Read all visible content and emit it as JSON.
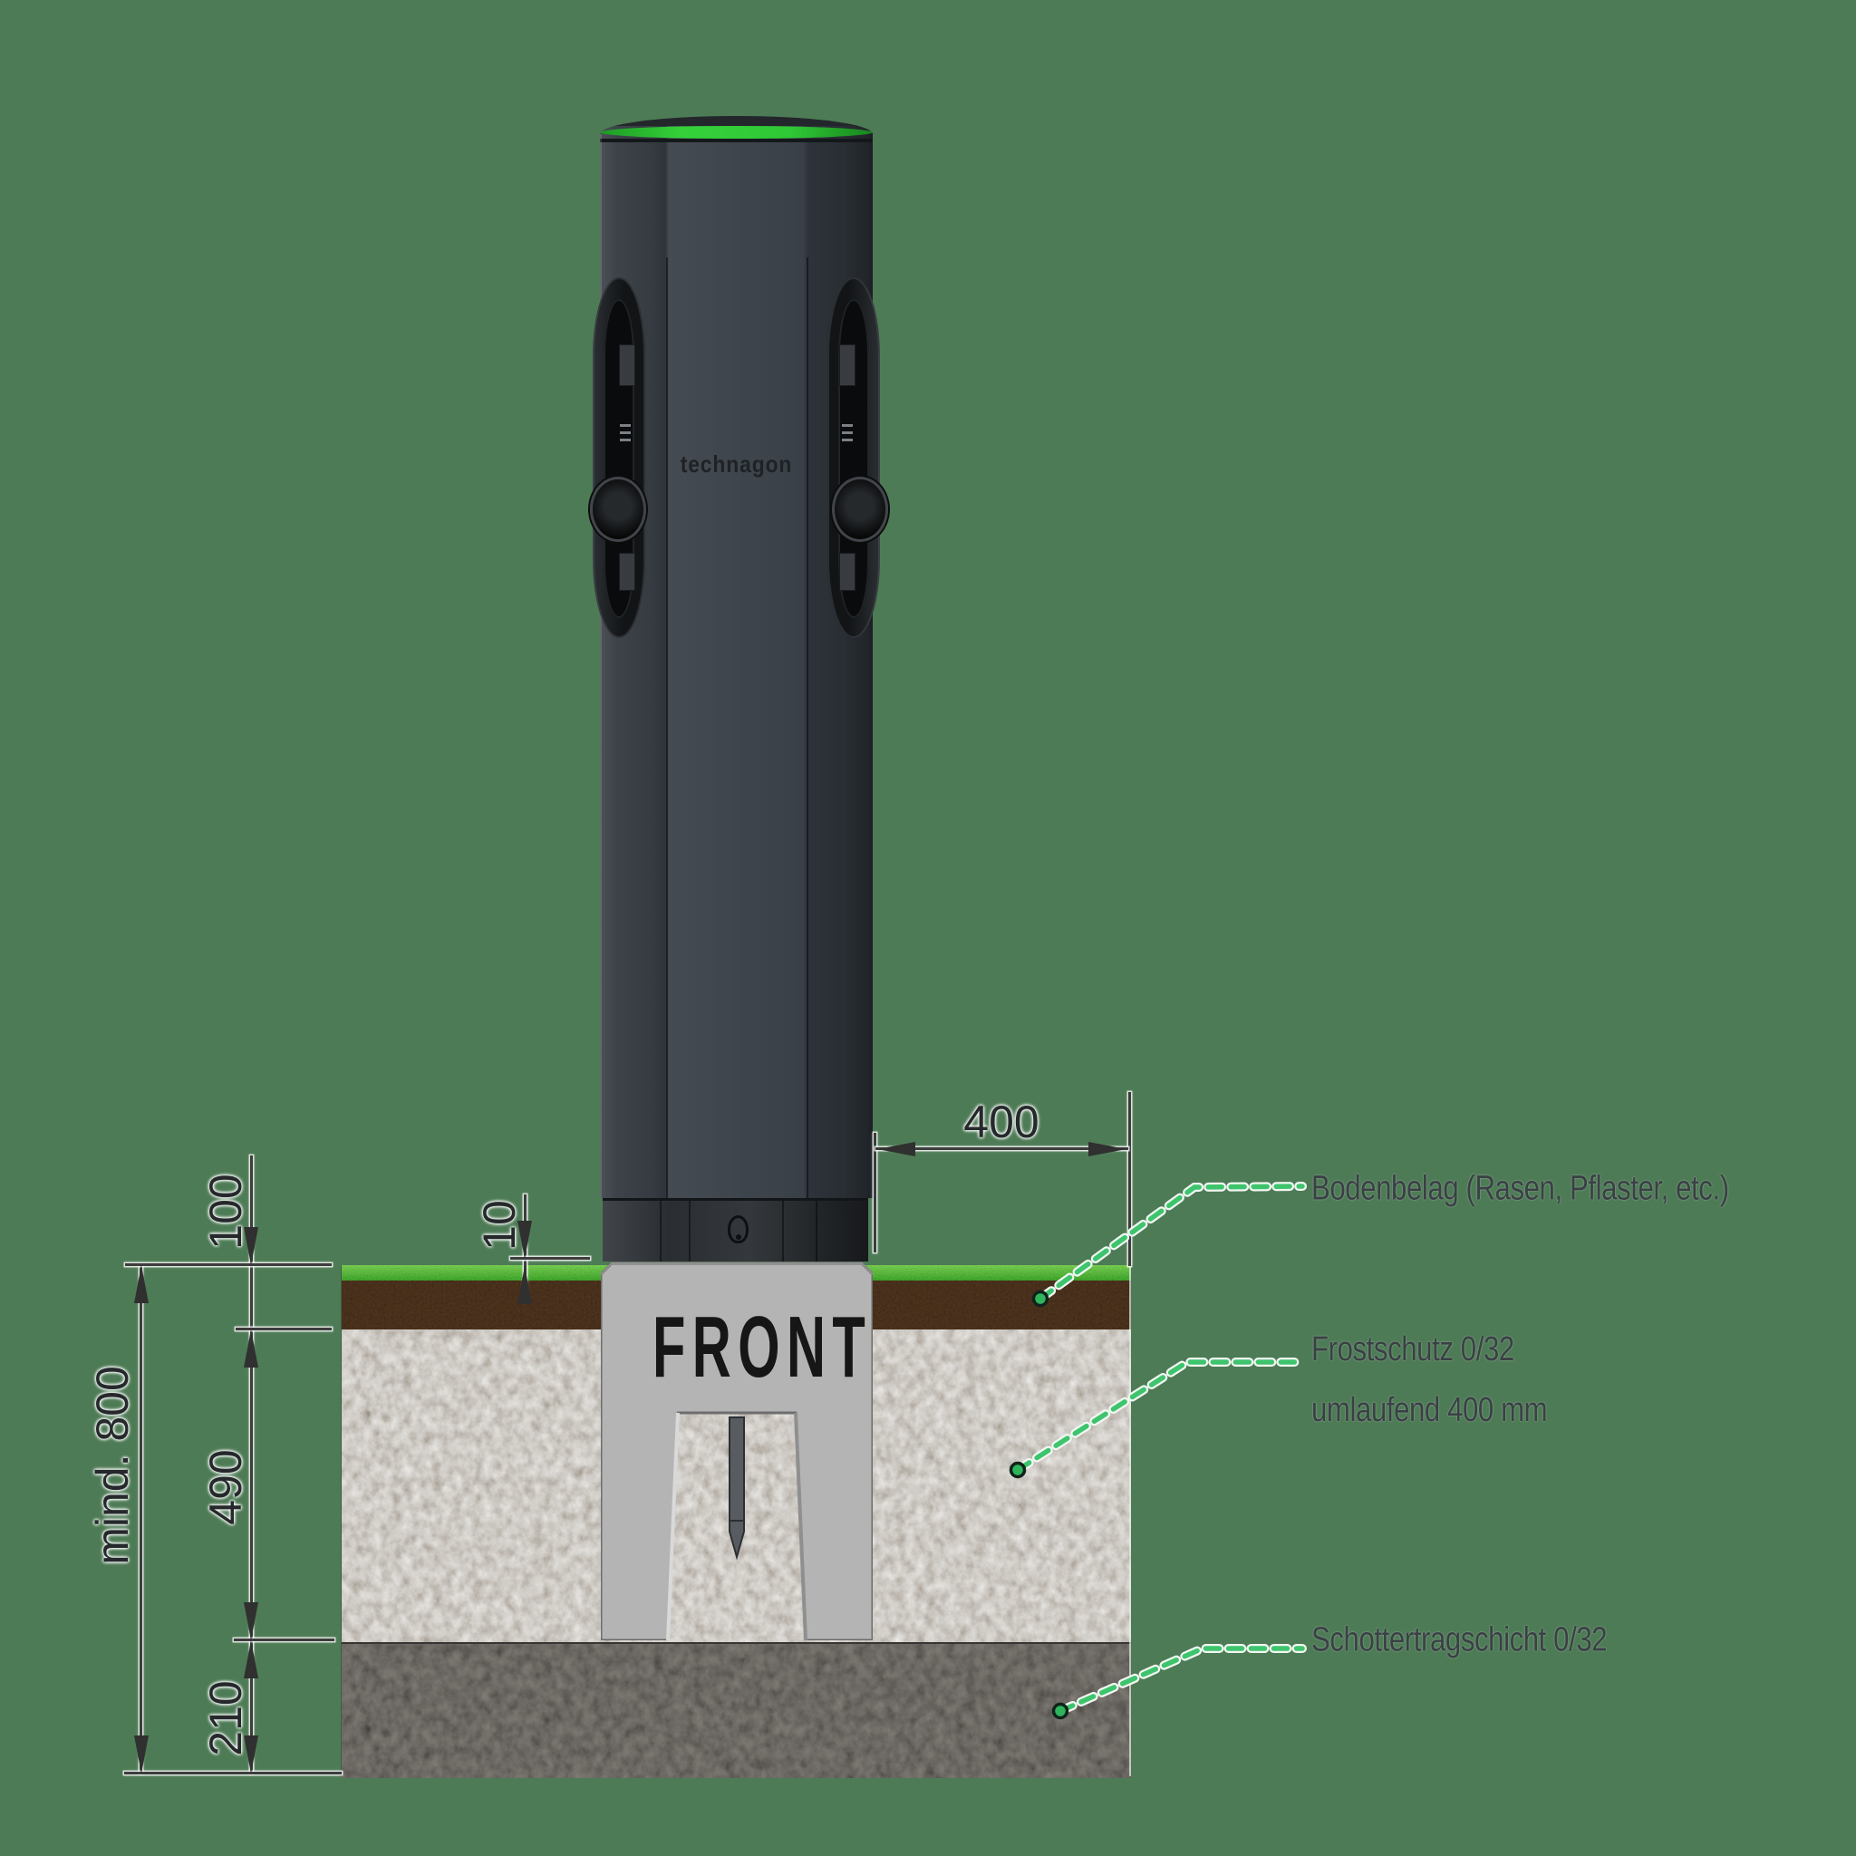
{
  "title": "Technagon Ladesaeule Fundament Einbau-Diagramm",
  "pillar": {
    "brand": "technagon",
    "led_color": "#2ec52e"
  },
  "foundation": {
    "label": "FRONT",
    "color": "#b4b4b4"
  },
  "dimensions": {
    "d400": "400",
    "d100": "100",
    "d10": "10",
    "d800": "mind. 800",
    "d490": "490",
    "d210": "210"
  },
  "legend": [
    {
      "text": "Bodenbelag (Rasen, Pflaster, etc.)"
    },
    {
      "lines": [
        "Frostschutz 0/32",
        "umlaufend 400 mm"
      ]
    },
    {
      "text": "Schottertragschicht 0/32"
    }
  ],
  "layers": {
    "grass": "#459b2e",
    "soil": "#3b2716",
    "frost_protection": "#aba49a",
    "gravel_base": "#504d49"
  },
  "accents": {
    "leader_green": "#3ec46d",
    "background": "#4d7b55"
  }
}
